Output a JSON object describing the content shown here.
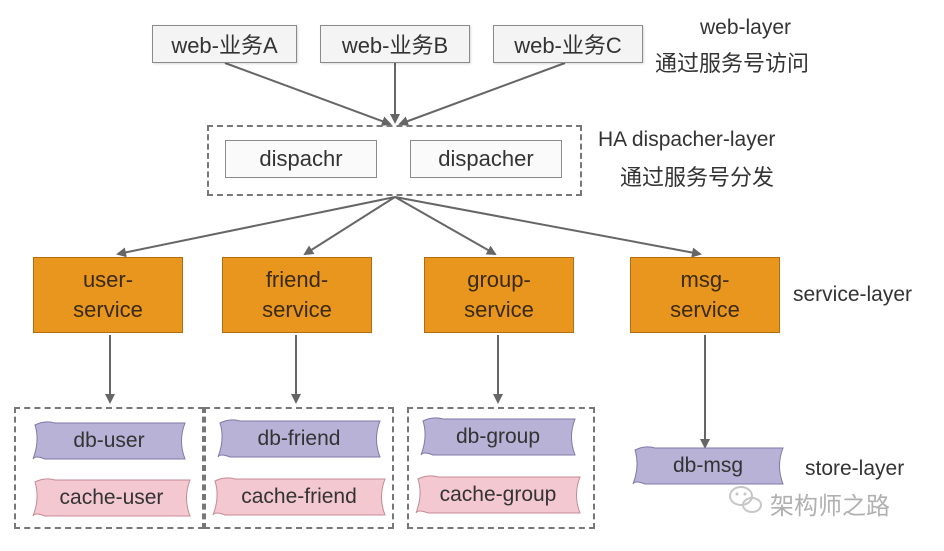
{
  "web_layer": {
    "boxes": [
      "web-业务A",
      "web-业务B",
      "web-业务C"
    ],
    "label_line1": "web-layer",
    "label_line2": "通过服务号访问"
  },
  "dispatcher_layer": {
    "boxes": [
      "dispachr",
      "dispacher"
    ],
    "label_line1": "HA  dispacher-layer",
    "label_line2": "通过服务号分发"
  },
  "service_layer": {
    "services": [
      {
        "line1": "user-",
        "line2": "service"
      },
      {
        "line1": "friend-",
        "line2": "service"
      },
      {
        "line1": "group-",
        "line2": "service"
      },
      {
        "line1": "msg-",
        "line2": "service"
      }
    ],
    "label": "service-layer"
  },
  "store_layer": {
    "groups": [
      {
        "db": "db-user",
        "cache": "cache-user"
      },
      {
        "db": "db-friend",
        "cache": "cache-friend"
      },
      {
        "db": "db-group",
        "cache": "cache-group"
      }
    ],
    "msg_db": "db-msg",
    "label": "store-layer"
  },
  "watermark": "架构师之路",
  "colors": {
    "service_fill": "#e8961e",
    "db_fill": "#b7b2d6",
    "cache_fill": "#f3c8d0",
    "box_fill": "#f4f4f4",
    "arrow": "#666666"
  }
}
